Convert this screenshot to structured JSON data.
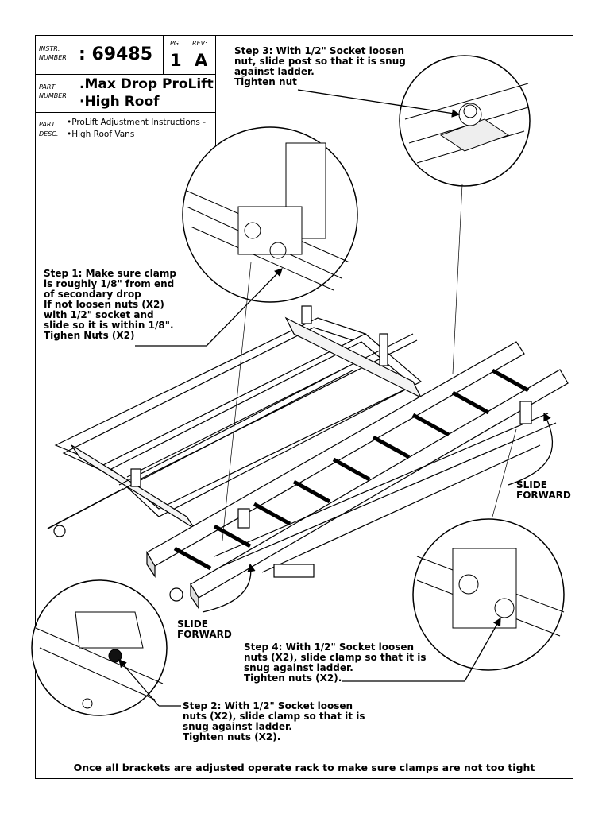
{
  "title_block": {
    "instr_label_1": "INSTR.",
    "instr_label_2": "NUMBER",
    "instr_number": ": 69485",
    "pg_label": "PG:",
    "pg_value": "1",
    "rev_label": "REV:",
    "rev_value": "A",
    "part_label_1": "PART",
    "part_label_2": "NUMBER",
    "part_number_line1": ".Max Drop ProLift",
    "part_number_line2": "·High Roof",
    "desc_label_1": "PART",
    "desc_label_2": "DESC.",
    "desc_line1": "•ProLift Adjustment Instructions -",
    "desc_line2": "•High Roof Vans"
  },
  "steps": {
    "step1": "Step 1: Make sure clamp\nis roughly 1/8\" from end\nof secondary drop\nIf not loosen nuts (X2)\nwith 1/2\" socket and\nslide so it is within 1/8\".\nTighen Nuts (X2)",
    "step2": "Step 2: With 1/2\" Socket loosen\nnuts (X2), slide clamp so that it is\nsnug against ladder.\nTighten nuts (X2).",
    "step3": "Step 3: With 1/2\" Socket loosen\nnut, slide post so that it is snug\nagainst ladder.\nTighten nut",
    "step4": "Step 4: With 1/2\" Socket loosen\nnuts (X2), slide clamp so that it is\nsnug against ladder.\nTighten nuts (X2)."
  },
  "callouts": {
    "slide_forward_right": "SLIDE\nFORWARD",
    "slide_forward_left": "SLIDE\nFORWARD"
  },
  "footer_note": "Once all brackets are adjusted operate rack to make sure clamps are not too tight"
}
